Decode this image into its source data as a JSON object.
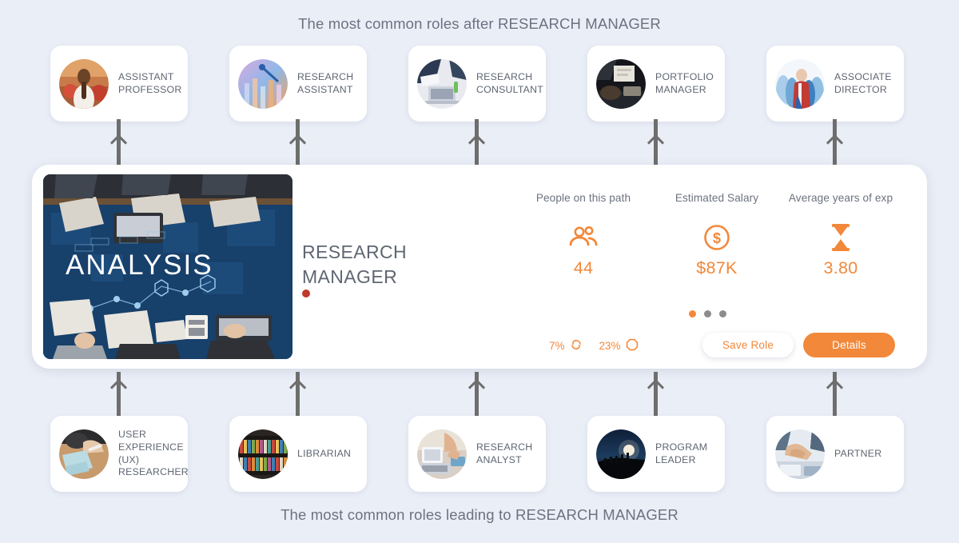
{
  "headings": {
    "top": "The most common roles after RESEARCH MANAGER",
    "bottom": "The most common roles leading to RESEARCH MANAGER"
  },
  "colors": {
    "accent": "#f2883a",
    "page_background": "#eaeef7",
    "card_background": "#ffffff",
    "text_muted": "#6b7280",
    "connector": "#6e6e6e",
    "title_dot": "#c0392b"
  },
  "roles_after": [
    {
      "label": "ASSISTANT PROFESSOR",
      "thumb": "assistant-professor-photo"
    },
    {
      "label": "RESEARCH ASSISTANT",
      "thumb": "research-assistant-photo"
    },
    {
      "label": "RESEARCH CONSULTANT",
      "thumb": "research-consultant-photo"
    },
    {
      "label": "PORTFOLIO MANAGER",
      "thumb": "portfolio-manager-photo"
    },
    {
      "label": "ASSOCIATE DIRECTOR",
      "thumb": "associate-director-photo"
    }
  ],
  "roles_before": [
    {
      "label": "USER EXPERIENCE (UX) RESEARCHER",
      "thumb": "ux-researcher-photo"
    },
    {
      "label": "LIBRARIAN",
      "thumb": "librarian-photo"
    },
    {
      "label": "RESEARCH ANALYST",
      "thumb": "research-analyst-photo"
    },
    {
      "label": "PROGRAM LEADER",
      "thumb": "program-leader-photo"
    },
    {
      "label": "PARTNER",
      "thumb": "partner-photo"
    }
  ],
  "main_card": {
    "hero_image_text": "ANALYSIS",
    "title": "RESEARCH\nMANAGER",
    "stats": [
      {
        "label": "People on this path",
        "value": "44",
        "icon": "people-icon"
      },
      {
        "label": "Estimated Salary",
        "value": "$87K",
        "icon": "dollar-circle-icon"
      },
      {
        "label": "Average years of exp",
        "value": "3.80",
        "icon": "hourglass-icon"
      }
    ],
    "percentages": [
      {
        "value": "7%",
        "icon": "refresh-cycle-icon"
      },
      {
        "value": "23%",
        "icon": "octagon-outline-icon"
      }
    ],
    "pager": {
      "count": 3,
      "active_index": 0
    },
    "buttons": {
      "save": "Save Role",
      "details": "Details"
    }
  }
}
